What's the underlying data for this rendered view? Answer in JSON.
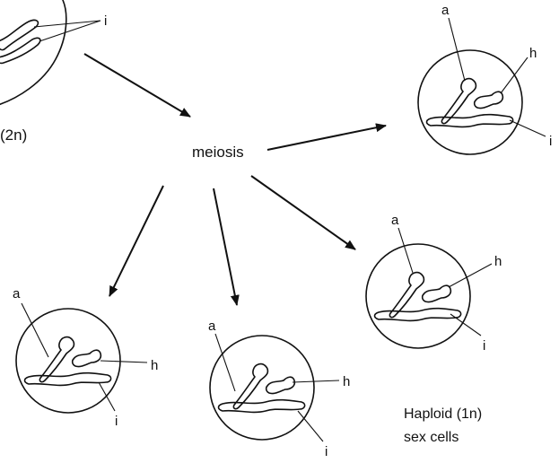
{
  "diagram": {
    "parent_label": "(2n)",
    "process_label": "meiosis",
    "parent_pointer_label": "i",
    "gene_labels": {
      "a": "a",
      "h": "h",
      "i": "i"
    },
    "caption_line1": "Haploid (1n)",
    "caption_line2": "sex cells"
  }
}
